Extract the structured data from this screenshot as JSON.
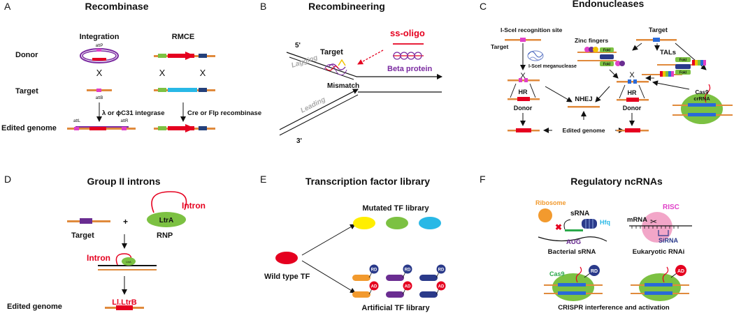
{
  "panels": {
    "a": {
      "letter": "A",
      "title": "Recombinase",
      "col_integration": "Integration",
      "col_rmce": "RMCE",
      "row_donor": "Donor",
      "row_target": "Target",
      "row_edited": "Edited genome",
      "attP": "attP",
      "attB": "attB",
      "attL": "attL",
      "attR": "attR",
      "cross": "X",
      "integrase": "λ or ϕC31 integrase",
      "recombinase": "Cre or Flp recombinase"
    },
    "b": {
      "letter": "B",
      "title": "Recombineering",
      "five_prime": "5'",
      "three_prime": "3'",
      "target": "Target",
      "lagging": "Lagging",
      "leading": "Leading",
      "mismatch": "Mismatch",
      "ss_oligo": "ss-oligo",
      "beta_protein": "Beta protein"
    },
    "c": {
      "letter": "C",
      "title": "Endonucleases",
      "isce1_site": "I-SceI recognition site",
      "target_left": "Target",
      "meganuclease": "I-SceI meganuclease",
      "zinc_fingers": "Zinc fingers",
      "target_top": "Target",
      "tals": "TALs",
      "fok1": "FokI",
      "hr": "HR",
      "nhej": "NHEJ",
      "donor": "Donor",
      "edited_genome": "Edited genome",
      "cas9": "Cas9",
      "crrna": "crRNA",
      "cross": "X"
    },
    "d": {
      "letter": "D",
      "title": "Group II introns",
      "target": "Target",
      "plus": "+",
      "intron": "Intron",
      "ltra": "LtrA",
      "rnp": "RNP",
      "intron2": "Intron",
      "ltra_small": "LtrA",
      "edited_genome": "Edited genome",
      "ll_ltrb": "Ll.LtrB"
    },
    "e": {
      "letter": "E",
      "title": "Transcription factor library",
      "mutated": "Mutated TF library",
      "wild_type": "Wild type TF",
      "artificial": "Artificial TF library",
      "rd": "RD",
      "ad": "AD"
    },
    "f": {
      "letter": "F",
      "title": "Regulatory ncRNAs",
      "ribosome": "Ribosome",
      "srna": "sRNA",
      "hfq": "Hfq",
      "aug": "AUG",
      "bacterial": "Bacterial sRNA",
      "mrna": "mRNA",
      "risc": "RISC",
      "sirna": "SiRNA",
      "eukaryotic": "Eukaryotic RNAi",
      "cas9": "Cas9",
      "rd": "RD",
      "ad": "AD",
      "crispr": "CRISPR interference and activation"
    }
  },
  "colors": {
    "dna": "#e08a3c",
    "red": "#e5001f",
    "magenta": "#e040c8",
    "purple": "#7a2aa0",
    "cyan": "#28b8e6",
    "navy": "#24407a",
    "green": "#7cc142",
    "lime": "#8cc84b",
    "violet": "#6a2d91",
    "orange": "#f29a2e",
    "yellow": "#ffee00",
    "blue": "#2a3a8a"
  }
}
